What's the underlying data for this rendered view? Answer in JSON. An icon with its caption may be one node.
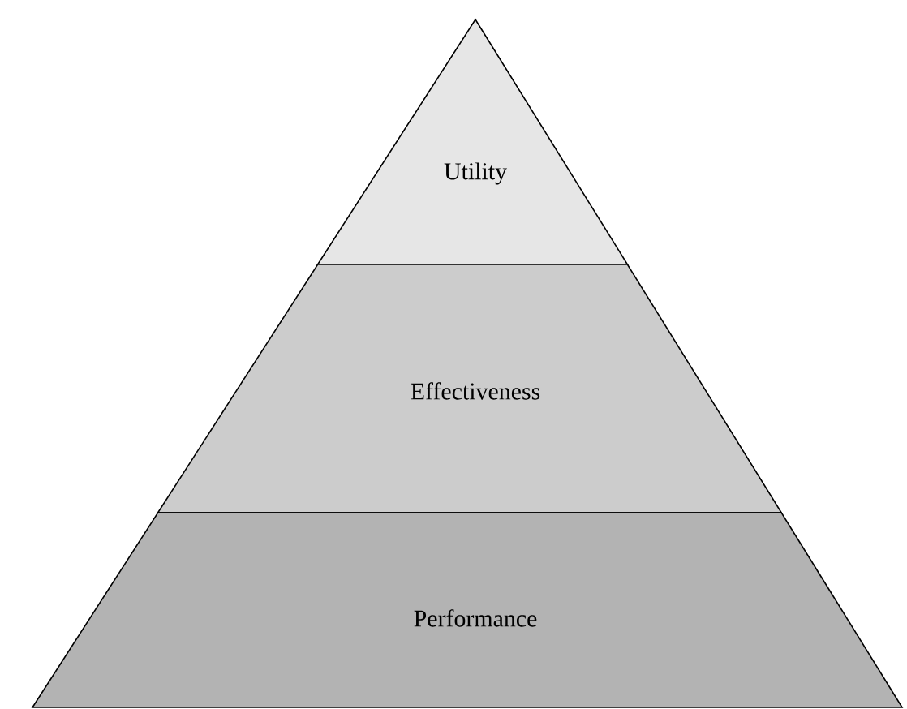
{
  "diagram": {
    "nodes": [
      {
        "text": [
          "Utility"
        ]
      },
      {
        "text": [
          "Effectiveness"
        ]
      },
      {
        "text": [
          "Performance"
        ]
      }
    ]
  }
}
